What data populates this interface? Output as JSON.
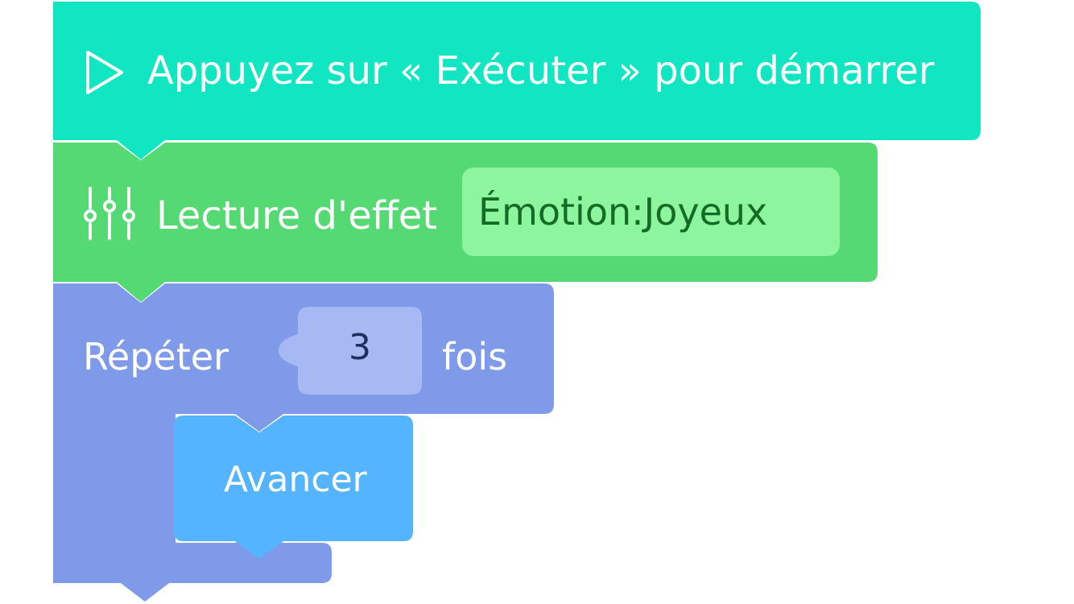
{
  "blocks": {
    "start": {
      "label": "Appuyez sur « Exécuter » pour démarrer",
      "icon": "play-outline-icon",
      "color": "#10E6C2"
    },
    "effect": {
      "label": "Lecture d'effet",
      "icon": "sliders-icon",
      "value": "Émotion:Joyeux",
      "color": "#55D973",
      "value_bg": "#8CF59E",
      "value_text_color": "#146B25"
    },
    "repeat": {
      "label": "Répéter",
      "count": "3",
      "suffix": "fois",
      "color": "#7F9AE8",
      "count_bg": "#A6B9F2",
      "count_text_color": "#1F2E5C"
    },
    "move": {
      "label": "Avancer",
      "color": "#54B4FF"
    }
  }
}
